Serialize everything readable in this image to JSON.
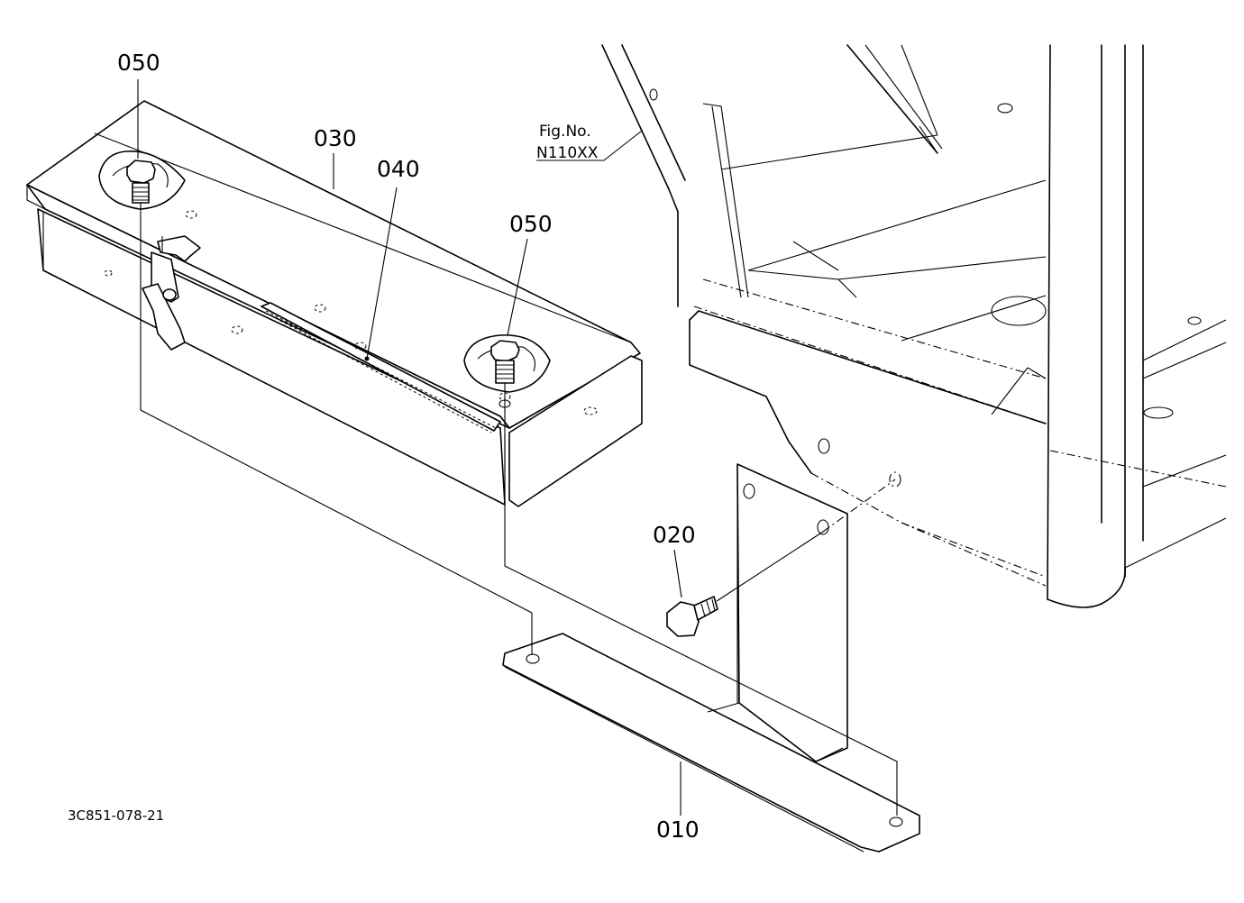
{
  "callouts": {
    "c050_left": "050",
    "c030": "030",
    "c040": "040",
    "c050_right": "050",
    "c020": "020",
    "c010": "010"
  },
  "fig_ref": {
    "label": "Fig.No.",
    "number": "N110XX"
  },
  "drawing_id": "3C851-078-21"
}
